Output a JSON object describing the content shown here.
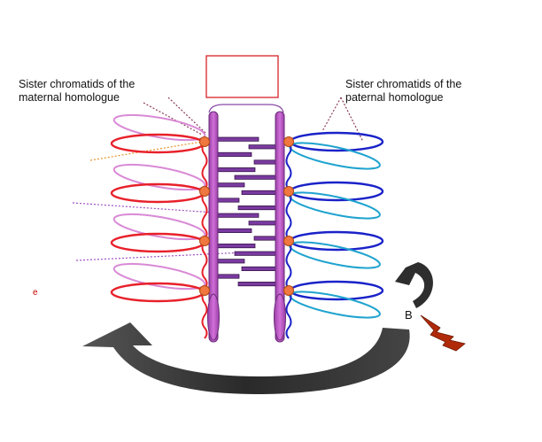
{
  "labels": {
    "maternal_line1": "Sister chromatids of the",
    "maternal_line2": "maternal homologue",
    "paternal_line1": "Sister chromatids of the",
    "paternal_line2": "paternal homologue",
    "marker_e": "e",
    "marker_b": "B"
  },
  "colors": {
    "maternal_chromatid": "#e8202a",
    "maternal_sister": "#d98ad6",
    "paternal_chromatid": "#1a22c8",
    "paternal_sister": "#1fa3cf",
    "axis": "#b055b8",
    "transverse_filament": "#7a3aa0",
    "node": "#f07840",
    "arrow": "#333333",
    "lightning": "#b02a0a"
  },
  "icons": {
    "curved_arrow": "curved-arrow-icon",
    "lightning": "lightning-icon"
  },
  "loop_count_per_side": 4
}
